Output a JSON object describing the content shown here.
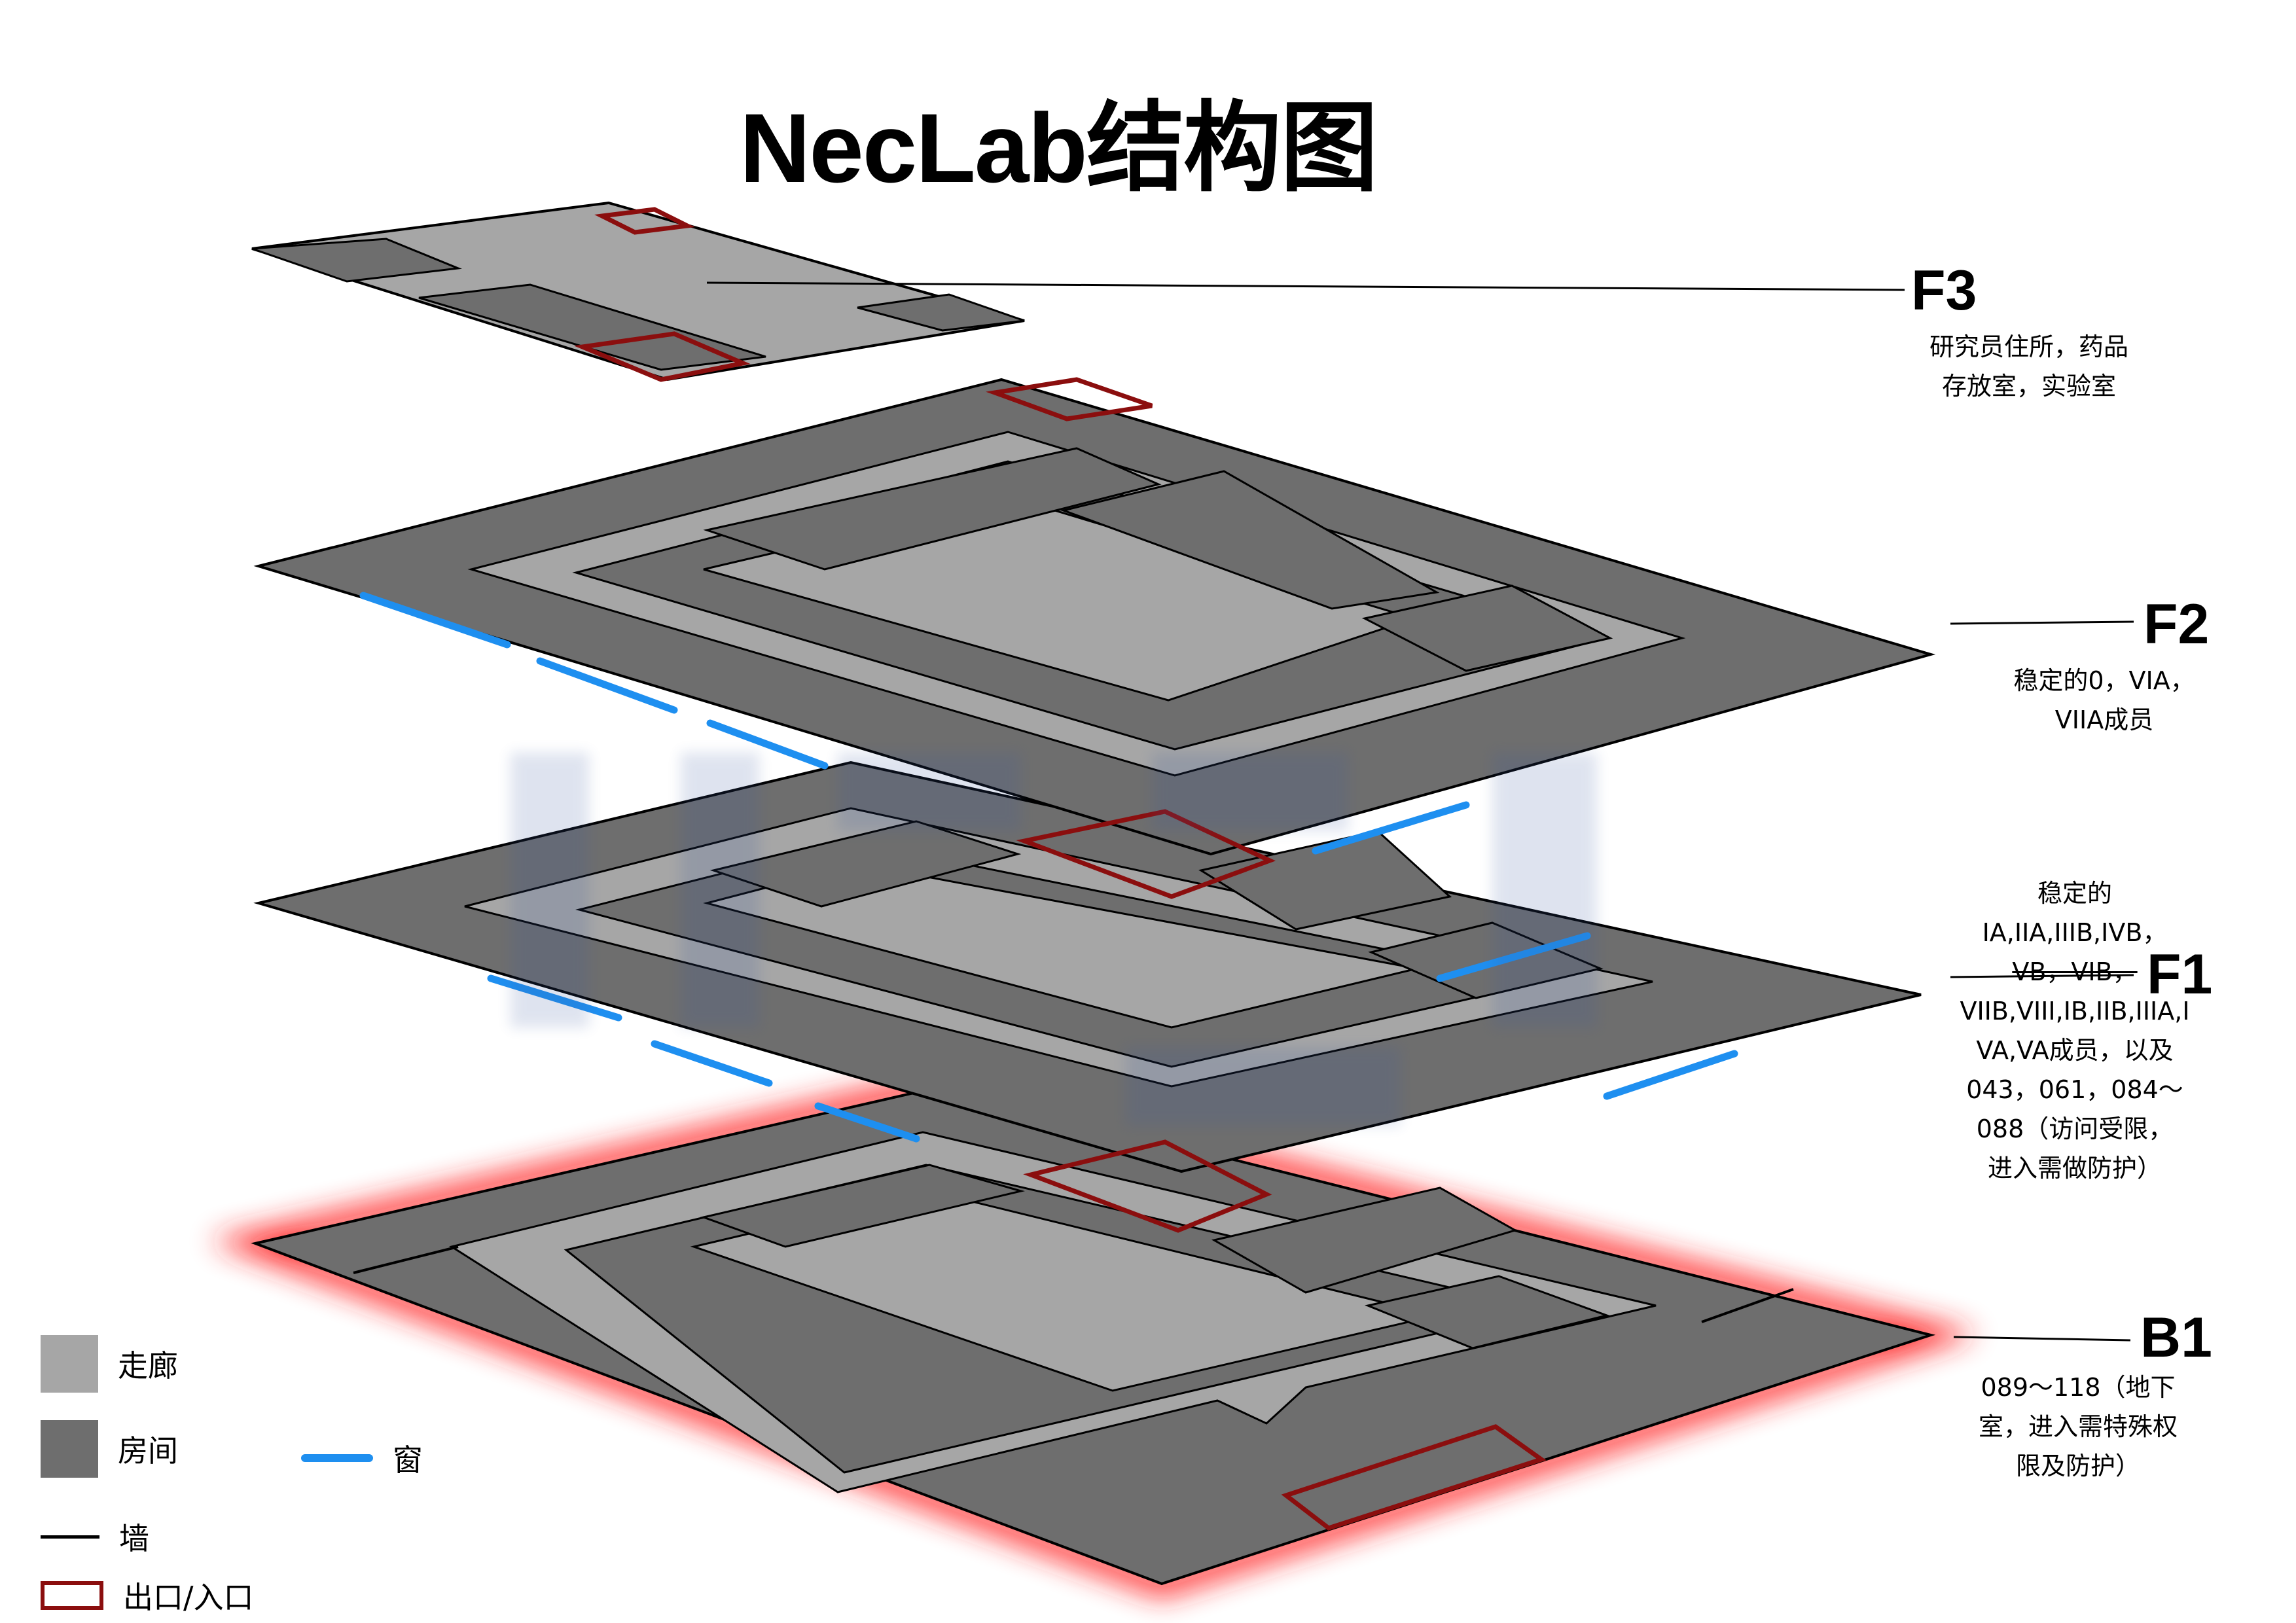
{
  "title": "NecLab结构图",
  "floors": {
    "f3": {
      "label": "F3",
      "desc_line1": "研究员住所，药品",
      "desc_line2": "存放室，实验室"
    },
    "f2": {
      "label": "F2",
      "desc_line1": "稳定的0，VIA，",
      "desc_line2": "VIIA成员"
    },
    "f1": {
      "label": "F1",
      "desc_line1": "稳定的",
      "desc_line2": "IA,IIA,IIIB,IVB，",
      "desc_line3": "VB，VIB，",
      "desc_line4": "VIIB,VIII,IB,IIB,IIIA,I",
      "desc_line5": "VA,VA成员，以及",
      "desc_line6": "043，061，084～",
      "desc_line7": "088（访问受限，",
      "desc_line8": "进入需做防护）"
    },
    "b1": {
      "label": "B1",
      "desc_line1": "089～118（地下",
      "desc_line2": "室，进入需特殊权",
      "desc_line3": "限及防护）"
    }
  },
  "legend": {
    "corridor": "走廊",
    "room": "房间",
    "window": "窗",
    "wall": "墙",
    "exit": "出口/入口"
  },
  "colors": {
    "corridor": "#a6a6a6",
    "room": "#6e6e6e",
    "window": "#1e8ff0",
    "wall": "#000000",
    "exit": "#8b0e0e",
    "glow": "#ff2020"
  }
}
